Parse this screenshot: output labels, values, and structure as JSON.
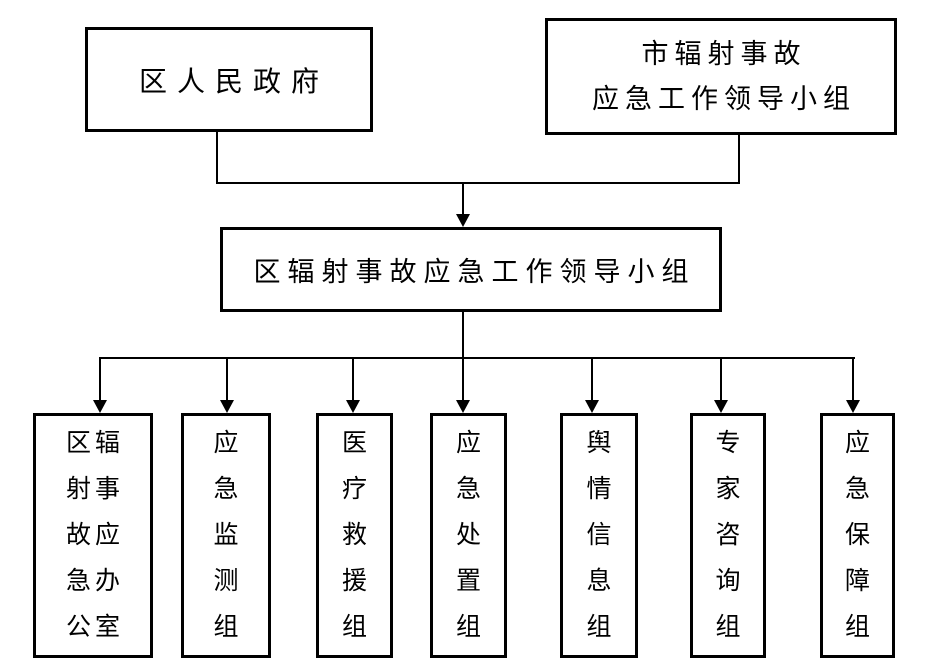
{
  "colors": {
    "line": "#000000",
    "text": "#000000",
    "background": "#ffffff"
  },
  "chart": {
    "type": "org-chart",
    "top_left_box": {
      "label": "区人民政府"
    },
    "top_right_box": {
      "label": "市辐射事故应急工作领导小组",
      "line1": "市辐射事故",
      "line2": "应急工作领导小组"
    },
    "center_box": {
      "label": "区辐射事故应急工作领导小组"
    },
    "subgroups": [
      {
        "name": "区辐射事故应急办公室",
        "rows": [
          "区辐",
          "射事",
          "故应",
          "急办",
          "公室"
        ]
      },
      {
        "name": "应急监测组",
        "rows": [
          "应",
          "急",
          "监",
          "测",
          "组"
        ]
      },
      {
        "name": "医疗救援组",
        "rows": [
          "医",
          "疗",
          "救",
          "援",
          "组"
        ]
      },
      {
        "name": "应急处置组",
        "rows": [
          "应",
          "急",
          "处",
          "置",
          "组"
        ]
      },
      {
        "name": "舆情信息组",
        "rows": [
          "舆",
          "情",
          "信",
          "息",
          "组"
        ]
      },
      {
        "name": "专家咨询组",
        "rows": [
          "专",
          "家",
          "咨",
          "询",
          "组"
        ]
      },
      {
        "name": "应急保障组",
        "rows": [
          "应",
          "急",
          "保",
          "障",
          "组"
        ]
      }
    ]
  }
}
